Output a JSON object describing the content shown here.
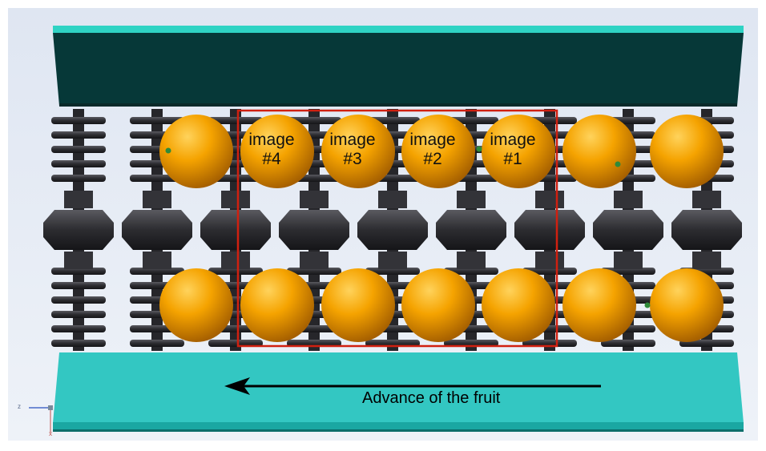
{
  "labels": {
    "image_4": [
      "image",
      "#4"
    ],
    "image_3": [
      "image",
      "#3"
    ],
    "image_2": [
      "image",
      "#2"
    ],
    "image_1": [
      "image",
      "#1"
    ]
  },
  "arrow_label": "Advance of the fruit",
  "axis": {
    "z": "z",
    "x": "x"
  },
  "colors": {
    "background": "#e9eef6",
    "top_conveyor": "#063838",
    "top_conveyor_edge": "#2fd3c4",
    "bottom_conveyor": "#33c7c2",
    "roller": "#2f2f33",
    "fruit": "#f5a300",
    "highlight_box": "#d02010"
  }
}
